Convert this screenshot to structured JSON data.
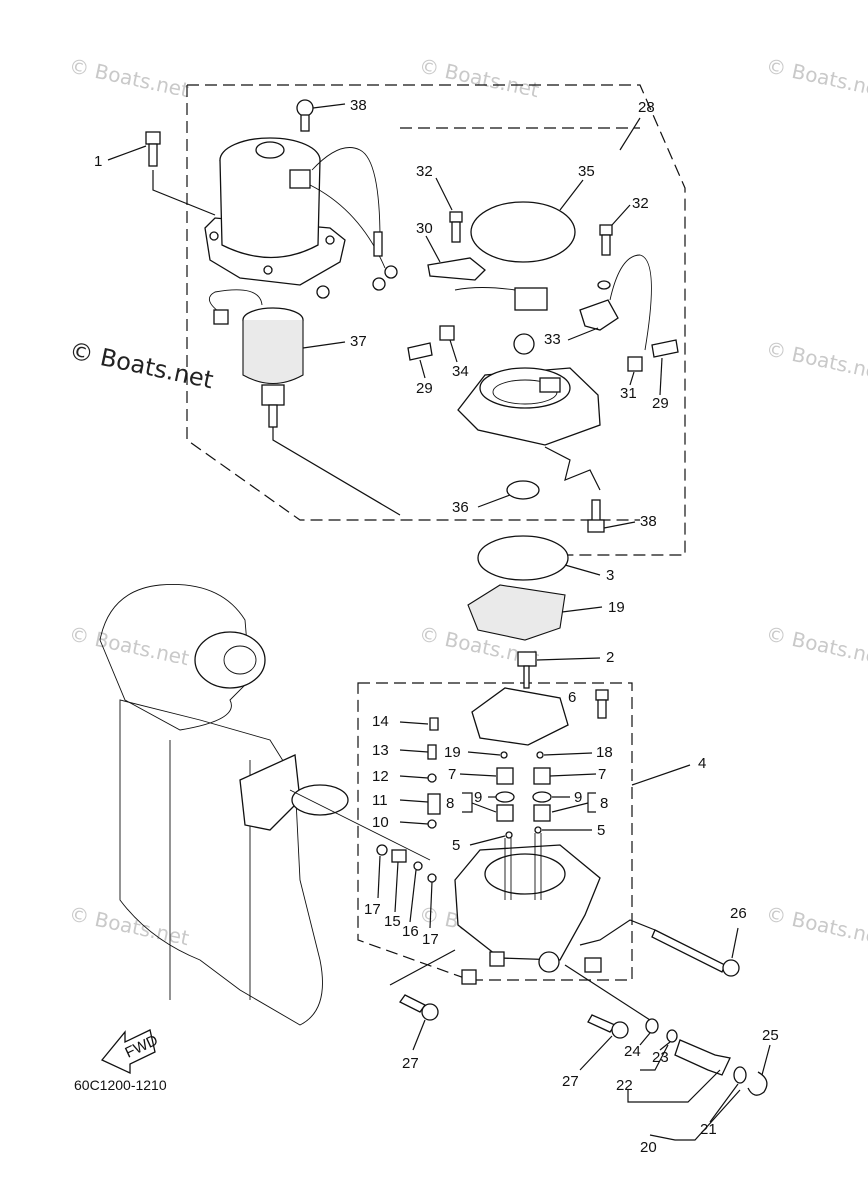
{
  "watermark": {
    "small": "© Boats.net",
    "large": "© Boats.net"
  },
  "diagram_code": "60C1200-1210",
  "fwd_label": "FWD",
  "callouts": {
    "c1": "1",
    "c38a": "38",
    "c28": "28",
    "c32a": "32",
    "c35": "35",
    "c32b": "32",
    "c30": "30",
    "c37": "37",
    "c33": "33",
    "c34": "34",
    "c29a": "29",
    "c29b": "29",
    "c31": "31",
    "c36": "36",
    "c38b": "38",
    "c3": "3",
    "c19a": "19",
    "c2": "2",
    "c6": "6",
    "c14": "14",
    "c13": "13",
    "c19b": "19",
    "c18": "18",
    "c12": "12",
    "c7a": "7",
    "c7b": "7",
    "c4": "4",
    "c11": "11",
    "c8a": "8",
    "c9a": "9",
    "c9b": "9",
    "c8b": "8",
    "c10": "10",
    "c5a": "5",
    "c5b": "5",
    "c17a": "17",
    "c15": "15",
    "c16": "16",
    "c17b": "17",
    "c26": "26",
    "c27a": "27",
    "c27b": "27",
    "c24": "24",
    "c23": "23",
    "c25": "25",
    "c22": "22",
    "c21": "21",
    "c20": "20"
  }
}
